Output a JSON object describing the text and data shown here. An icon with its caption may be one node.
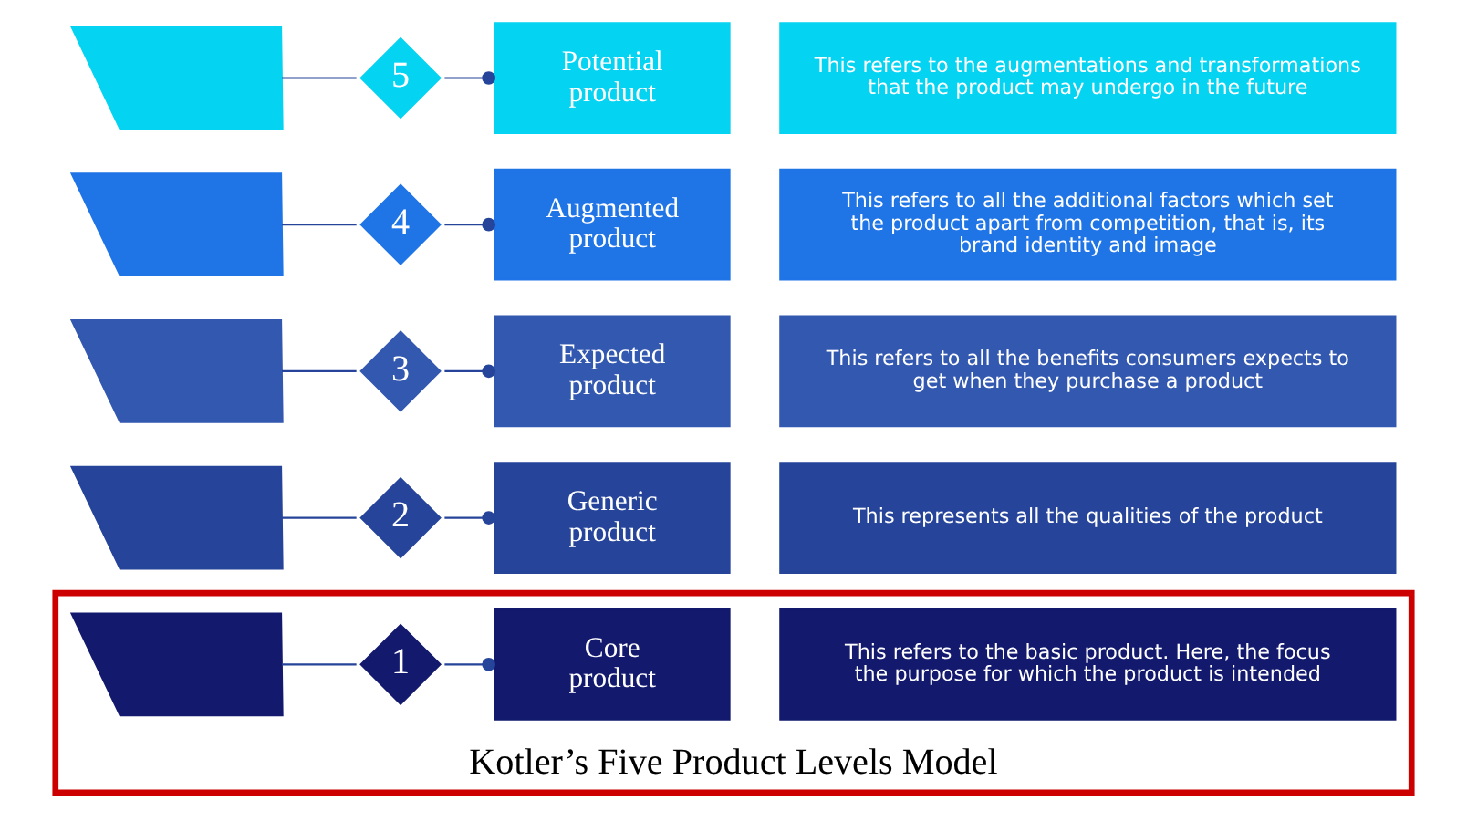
{
  "diagram": {
    "nodes": [
      {
        "text": [],
        "shape": "band"
      },
      {
        "text": [
          "5"
        ]
      },
      {
        "text": [
          "Potential product"
        ]
      },
      {
        "text": [
          "This refers to the augmentations and transformations that the product may undergo in the future"
        ]
      },
      {
        "text": [],
        "shape": "band"
      },
      {
        "text": [
          "4"
        ]
      },
      {
        "text": [
          "Augmented product"
        ]
      },
      {
        "text": [
          "This refers to all the additional factors which set the product apart from competition, that is, its brand identity and image"
        ]
      },
      {
        "text": [],
        "shape": "band"
      },
      {
        "text": [
          "3"
        ]
      },
      {
        "text": [
          "Expected product"
        ]
      },
      {
        "text": [
          "This refers to all the benefits consumers expects to get when they purchase a product"
        ]
      },
      {
        "text": [],
        "shape": "band"
      },
      {
        "text": [
          "2"
        ]
      },
      {
        "text": [
          "Generic product"
        ]
      },
      {
        "text": [
          "This represents all the qualities of the product"
        ]
      },
      {
        "text": [
          "Kotler’s Five Product Levels Model"
        ]
      },
      {
        "text": [],
        "shape": "band",
        "in": 16
      },
      {
        "text": [
          "1"
        ],
        "in": 16
      },
      {
        "text": [
          "Core product"
        ],
        "in": 16
      },
      {
        "text": [
          "This refers to the basic product. Here, the focus the purpose for which the product is intended"
        ],
        "in": 16
      }
    ],
    "edges": [
      {
        "from": 0,
        "to": 1,
        "arrow": "none"
      },
      {
        "from": 1,
        "to": 2,
        "arrow": "other"
      },
      {
        "from": 4,
        "to": 5,
        "arrow": "none"
      },
      {
        "from": 5,
        "to": 6,
        "arrow": "other"
      },
      {
        "from": 8,
        "to": 9,
        "arrow": "none"
      },
      {
        "from": 9,
        "to": 10,
        "arrow": "other"
      },
      {
        "from": 12,
        "to": 13,
        "arrow": "none"
      },
      {
        "from": 13,
        "to": 14,
        "arrow": "other"
      },
      {
        "from": 17,
        "to": 18,
        "arrow": "none"
      },
      {
        "from": 18,
        "to": 19,
        "arrow": "other"
      }
    ]
  }
}
